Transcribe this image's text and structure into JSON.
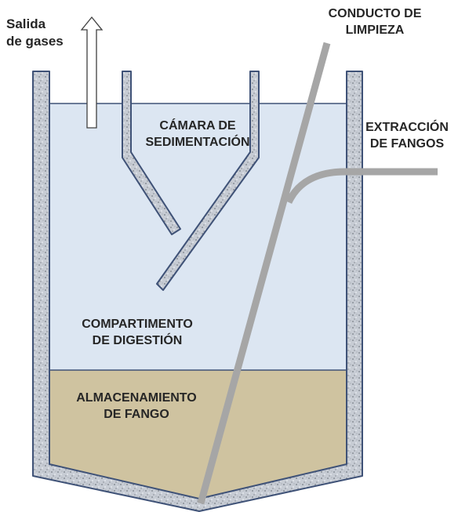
{
  "labels": {
    "gas_outlet": [
      "Salida",
      "de gases"
    ],
    "cleaning_duct": [
      "CONDUCTO DE",
      "LIMPIEZA"
    ],
    "sedimentation_chamber": [
      "CÁMARA DE",
      "SEDIMENTACIÓN"
    ],
    "sludge_extraction": [
      "EXTRACCIÓN",
      "DE FANGOS"
    ],
    "digestion_compartment": [
      "COMPARTIMENTO",
      "DE DIGESTIÓN"
    ],
    "sludge_storage": [
      "ALMACENAMIENTO",
      "DE FANGO"
    ]
  },
  "colors": {
    "liquid": "#dce6f2",
    "sludge": "#cfc3a0",
    "wall": "#c9cfd8",
    "wall_border": "#3f5277",
    "pipe": "#a6a6a6",
    "text": "#262626"
  }
}
